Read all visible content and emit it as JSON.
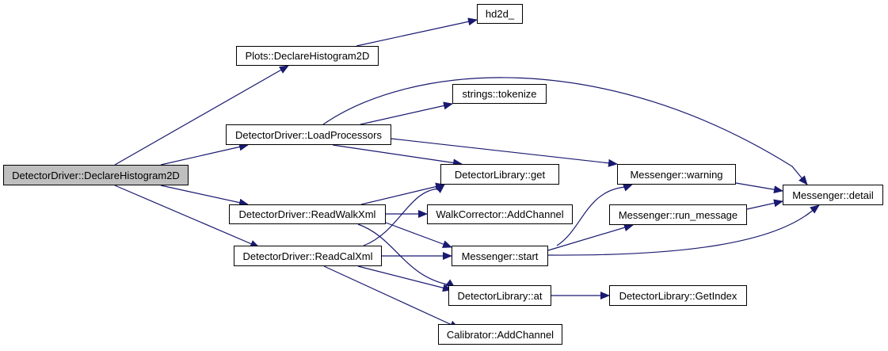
{
  "diagram": {
    "type": "call-graph",
    "colors": {
      "edge": "#191970",
      "root_fill": "#bfbfbf",
      "node_fill": "#ffffff",
      "node_border": "#000000"
    },
    "nodes": {
      "root": "DetectorDriver::DeclareHistogram2D",
      "plots_declare": "Plots::DeclareHistogram2D",
      "hd2d": "hd2d_",
      "load_processors": "DetectorDriver::LoadProcessors",
      "tokenize": "strings::tokenize",
      "lib_get": "DetectorLibrary::get",
      "read_walk": "DetectorDriver::ReadWalkXml",
      "walk_add": "WalkCorrector::AddChannel",
      "read_cal": "DetectorDriver::ReadCalXml",
      "msg_start": "Messenger::start",
      "lib_at": "DetectorLibrary::at",
      "cal_add": "Calibrator::AddChannel",
      "msg_warning": "Messenger::warning",
      "msg_run": "Messenger::run_message",
      "msg_detail": "Messenger::detail",
      "lib_getindex": "DetectorLibrary::GetIndex"
    },
    "edges": [
      [
        "root",
        "plots_declare"
      ],
      [
        "root",
        "load_processors"
      ],
      [
        "root",
        "read_walk"
      ],
      [
        "root",
        "read_cal"
      ],
      [
        "plots_declare",
        "hd2d"
      ],
      [
        "load_processors",
        "tokenize"
      ],
      [
        "load_processors",
        "lib_get"
      ],
      [
        "load_processors",
        "msg_warning"
      ],
      [
        "load_processors",
        "msg_detail"
      ],
      [
        "read_walk",
        "lib_get"
      ],
      [
        "read_walk",
        "walk_add"
      ],
      [
        "read_walk",
        "msg_start"
      ],
      [
        "read_walk",
        "lib_at"
      ],
      [
        "read_cal",
        "lib_get"
      ],
      [
        "read_cal",
        "msg_start"
      ],
      [
        "read_cal",
        "lib_at"
      ],
      [
        "read_cal",
        "cal_add"
      ],
      [
        "msg_start",
        "msg_warning"
      ],
      [
        "msg_start",
        "msg_run"
      ],
      [
        "msg_start",
        "msg_detail"
      ],
      [
        "msg_warning",
        "msg_detail"
      ],
      [
        "msg_run",
        "msg_detail"
      ],
      [
        "lib_at",
        "lib_getindex"
      ]
    ]
  }
}
